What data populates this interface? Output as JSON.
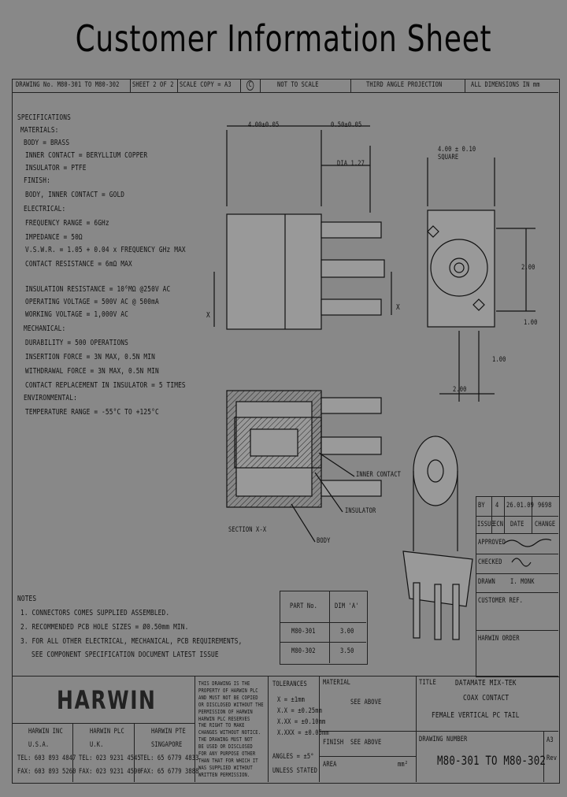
{
  "title": "Customer Information Sheet",
  "header_row": {
    "drawing_no": "DRAWING No. M80-301 TO M80-302",
    "sheet": "SHEET 2 OF 2",
    "scale": "SCALE COPY = A3",
    "copyright": "C",
    "not_to_scale": "NOT TO SCALE",
    "projection": "THIRD ANGLE PROJECTION",
    "units": "ALL DIMENSIONS IN mm"
  },
  "specifications": [
    "SPECIFICATIONS",
    "MATERIALS:",
    "BODY = BRASS",
    "INNER CONTACT = BERYLLIUM COPPER",
    "INSULATOR = PTFE",
    "FINISH:",
    "BODY, INNER CONTACT = GOLD",
    "ELECTRICAL:",
    "FREQUENCY RANGE = 6GHz",
    "IMPEDANCE = 50Ω",
    "V.S.W.R. = 1.05 + 0.04 x FREQUENCY GHz MAX",
    "CONTACT RESISTANCE = 6mΩ MAX",
    "INSULATION RESISTANCE = 10⁶MΩ @250V AC",
    "OPERATING VOLTAGE = 500V AC @ 500mA",
    "WORKING VOLTAGE = 1,000V AC",
    "MECHANICAL:",
    "DURABILITY = 500 OPERATIONS",
    "INSERTION FORCE = 3N MAX, 0.5N MIN",
    "WITHDRAWAL FORCE = 3N MAX, 0.5N MIN",
    "CONTACT REPLACEMENT IN INSULATOR = 5 TIMES",
    "ENVIRONMENTAL:",
    "TEMPERATURE RANGE = -55°C TO +125°C"
  ],
  "notes": [
    "NOTES",
    "1. CONNECTORS COMES SUPPLIED ASSEMBLED.",
    "2. RECOMMENDED PCB HOLE SIZES = Ø0.50mm MIN.",
    "3. FOR ALL OTHER ELECTRICAL, MECHANICAL, PCB REQUIREMENTS,",
    "SEE COMPONENT SPECIFICATION DOCUMENT LATEST ISSUE"
  ],
  "dimensions": {
    "top_width": "4.00±0.05",
    "pin_offset": "0.50±0.05",
    "pin_dia": "DIA 1.27",
    "square_label": "4.00 ± 0.10 SQUARE",
    "right_dim": "2.00",
    "small_dim": "1.00",
    "bottom_dim": "1.00",
    "bottom_width": "2.00",
    "x_label": "X",
    "section_label": "SECTION X-X",
    "inner_contact": "INNER CONTACT",
    "insulator": "INSULATOR",
    "body": "BODY"
  },
  "part_table": {
    "headers": [
      "PART No.",
      "DIM 'A'"
    ],
    "rows": [
      [
        "M80-301",
        "3.00"
      ],
      [
        "M80-302",
        "3.50"
      ]
    ]
  },
  "revision_block": {
    "rows": [
      [
        "BY",
        "4",
        "26.01.09",
        "9698"
      ],
      [
        "ISSUE",
        "ECN",
        "DATE",
        "CHANGE"
      ]
    ],
    "approved": "APPROVED",
    "checked": "CHECKED",
    "drawn": "DRAWN",
    "drawn_value": "I. MONK",
    "customer_ref": "CUSTOMER REF.",
    "harwin_order": "HARWIN ORDER"
  },
  "title_block": {
    "logo": "HARWIN",
    "offices": [
      {
        "name": "HARWIN INC",
        "loc": "U.S.A.",
        "tel": "TEL: 603 893 4847",
        "fax": "FAX: 603 893 5260"
      },
      {
        "name": "HARWIN PLC",
        "loc": "U.K.",
        "tel": "TEL: 023 9231 4545",
        "fax": "FAX: 023 9231 4590"
      },
      {
        "name": "HARWIN PTE",
        "loc": "SINGAPORE",
        "tel": "TEL: 65 6779 4833",
        "fax": "FAX: 65 6779 3888"
      }
    ],
    "copyright_text": [
      "THIS DRAWING IS THE",
      "PROPERTY OF HARWIN PLC",
      "AND MUST NOT BE COPIED",
      "OR DISCLOSED WITHOUT THE",
      "PERMISSION OF HARWIN",
      "HARWIN PLC RESERVES",
      "THE RIGHT TO MAKE",
      "CHANGES WITHOUT NOTICE.",
      "THE DRAWING MUST NOT",
      "BE USED OR DISCLOSED",
      "FOR ANY PURPOSE OTHER",
      "THAN THAT FOR WHICH IT",
      "WAS SUPPLIED WITHOUT",
      "WRITTEN PERMISSION."
    ],
    "tolerances": [
      "TOLERANCES",
      "X = ±1mm",
      "X.X = ±0.25mm",
      "X.XX = ±0.10mm",
      "X.XXX = ±0.05mm",
      "ANGLES = ±5°",
      "UNLESS STATED"
    ],
    "material": "MATERIAL",
    "material_value": "SEE ABOVE",
    "finish": "FINISH",
    "finish_value": "SEE ABOVE",
    "area": "AREA",
    "area_unit": "mm²",
    "title_label": "TITLE",
    "title_lines": [
      "DATAMATE MIX-TEK",
      "COAX CONTACT",
      "FEMALE VERTICAL PC TAIL"
    ],
    "drawing_number_label": "DRAWING NUMBER",
    "drawing_number": "M80-301 TO M80-302",
    "size": "A3",
    "rev": "Rev"
  }
}
